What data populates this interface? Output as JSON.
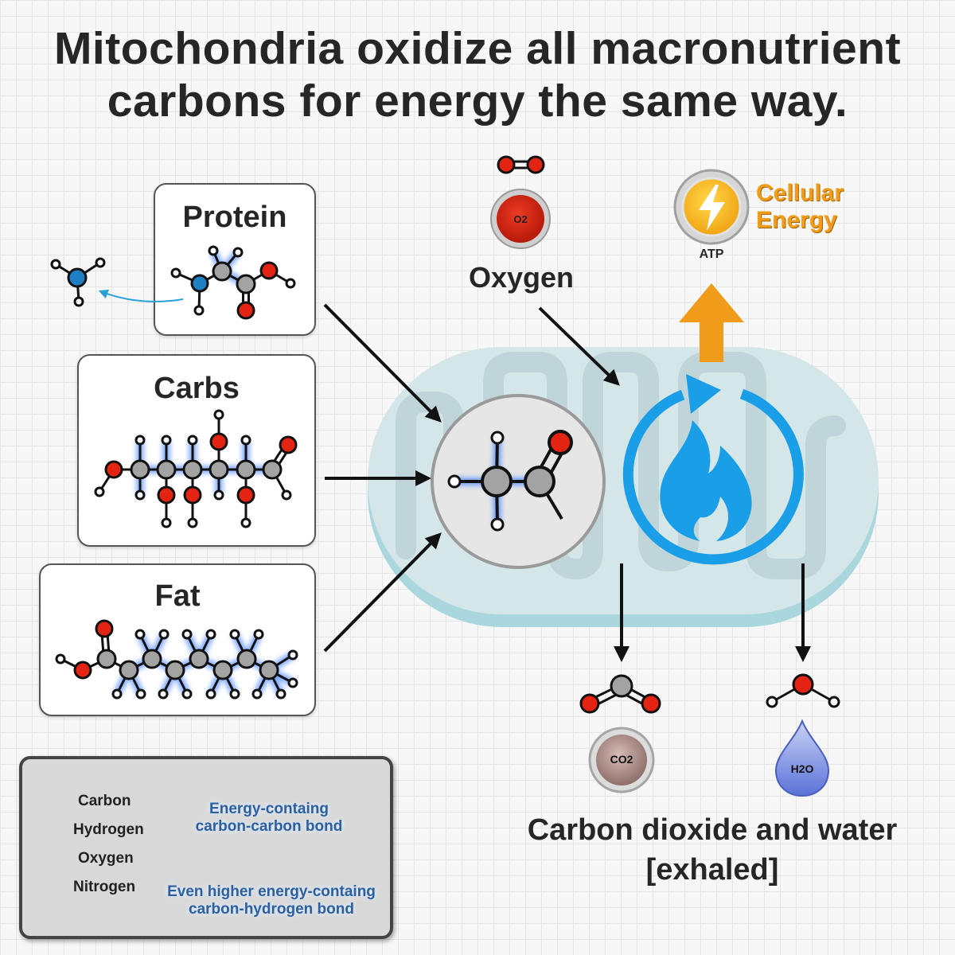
{
  "title": {
    "line1": "Mitochondria oxidize all macronutrient",
    "line2": "carbons for energy the same way."
  },
  "panels": {
    "protein": "Protein",
    "carbs": "Carbs",
    "fat": "Fat"
  },
  "oxygen": {
    "symbol": "O2",
    "label": "Oxygen"
  },
  "atp": {
    "label": "ATP",
    "energy_line1": "Cellular",
    "energy_line2": "Energy"
  },
  "outputs": {
    "co2": "CO2",
    "h2o": "H2O",
    "label_line1": "Carbon dioxide and water",
    "label_line2": "[exhaled]"
  },
  "legend": {
    "carbon": "Carbon",
    "hydrogen": "Hydrogen",
    "oxygen": "Oxygen",
    "nitrogen": "Nitrogen",
    "cc_bond_line1": "Energy-containg",
    "cc_bond_line2": "carbon-carbon bond",
    "ch_bond_line1": "Even higher energy-containg",
    "ch_bond_line2": "carbon-hydrogen bond"
  },
  "colors": {
    "carbon": "#a3a3a3",
    "hydrogen": "#ffffff",
    "oxygen": "#e32412",
    "nitrogen": "#1f7fc4",
    "flame": "#1a9ee8",
    "atp_arrow": "#f09c1a",
    "energy_text": "#f09c1a",
    "mito_outer": "#a8d6dc"
  },
  "icons": [
    "lightning-icon",
    "flame-icon",
    "cycle-arrow-icon",
    "water-drop-icon"
  ]
}
